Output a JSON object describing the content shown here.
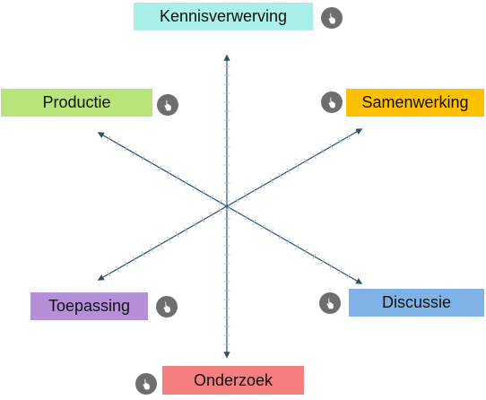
{
  "dimensions": [
    {
      "id": "kennisverwerving",
      "label": "Kennisverwerving",
      "color": "#a8f0e8"
    },
    {
      "id": "samenwerking",
      "label": "Samenwerking",
      "color": "#ffc000"
    },
    {
      "id": "discussie",
      "label": "Discussie",
      "color": "#7fb2e6"
    },
    {
      "id": "onderzoek",
      "label": "Onderzoek",
      "color": "#f4807f"
    },
    {
      "id": "toepassing",
      "label": "Toepassing",
      "color": "#b58fd8"
    },
    {
      "id": "productie",
      "label": "Productie",
      "color": "#b8e47a"
    }
  ],
  "axis_color": "#2f4f6a",
  "tick_color": "#a9c4d6",
  "button_icon": "hand-pointer-icon"
}
